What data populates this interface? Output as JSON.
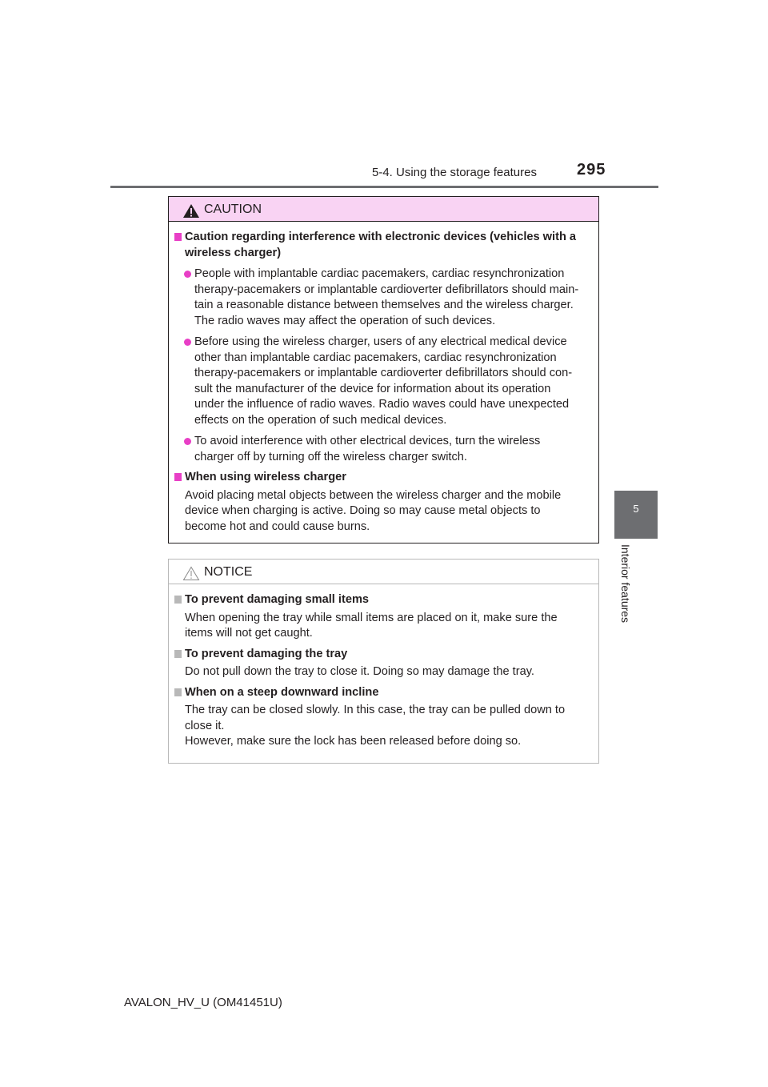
{
  "header": {
    "section": "5-4. Using the storage features",
    "page_number": "295"
  },
  "side_tab": {
    "chapter_number": "5",
    "chapter_title": "Interior features"
  },
  "caution": {
    "title": "CAUTION",
    "icon": "warning-triangle-filled-icon",
    "sections": [
      {
        "heading_lines": [
          "Caution regarding interference with electronic devices (vehicles with a",
          "wireless charger)"
        ],
        "bullets": [
          {
            "lines": [
              "People with implantable cardiac pacemakers, cardiac resynchronization",
              "therapy-pacemakers or implantable cardioverter defibrillators should main-",
              "tain a reasonable distance between themselves and the wireless charger.",
              "The radio waves may affect the operation of such devices."
            ]
          },
          {
            "lines": [
              "Before using the wireless charger, users of any electrical medical device",
              "other than implantable cardiac pacemakers, cardiac resynchronization",
              "therapy-pacemakers or implantable cardioverter defibrillators should con-",
              "sult the manufacturer of the device for information about its operation",
              "under the influence of radio waves. Radio waves could have unexpected",
              "effects on the operation of such medical devices."
            ]
          },
          {
            "lines": [
              "To avoid interference with other electrical devices, turn the wireless",
              "charger off by turning off the wireless charger switch."
            ]
          }
        ]
      },
      {
        "heading_lines": [
          "When using wireless charger"
        ],
        "text_lines": [
          "Avoid placing metal objects between the wireless charger and the mobile",
          "device when charging is active. Doing so may cause metal objects to",
          "become hot and could cause burns."
        ]
      }
    ]
  },
  "notice": {
    "title": "NOTICE",
    "icon": "warning-triangle-outline-icon",
    "sections": [
      {
        "heading": "To prevent damaging small items",
        "text_lines": [
          "When opening the tray while small items are placed on it, make sure the",
          "items will not get caught."
        ]
      },
      {
        "heading": "To prevent damaging the tray",
        "text_lines": [
          "Do not pull down the tray to close it. Doing so may damage the tray."
        ]
      },
      {
        "heading": "When on a steep downward incline",
        "text_lines": [
          "The tray can be closed slowly. In this case, the tray can be pulled down to",
          "close it.",
          "However, make sure the lock has been released before doing so."
        ]
      }
    ]
  },
  "footer": {
    "model_code": "AVALON_HV_U (OM41451U)"
  },
  "colors": {
    "accent_magenta": "#e83fc6",
    "caution_header_bg": "#f9d3f3",
    "tab_gray": "#6d6e71",
    "notice_gray": "#b8b8b8"
  }
}
